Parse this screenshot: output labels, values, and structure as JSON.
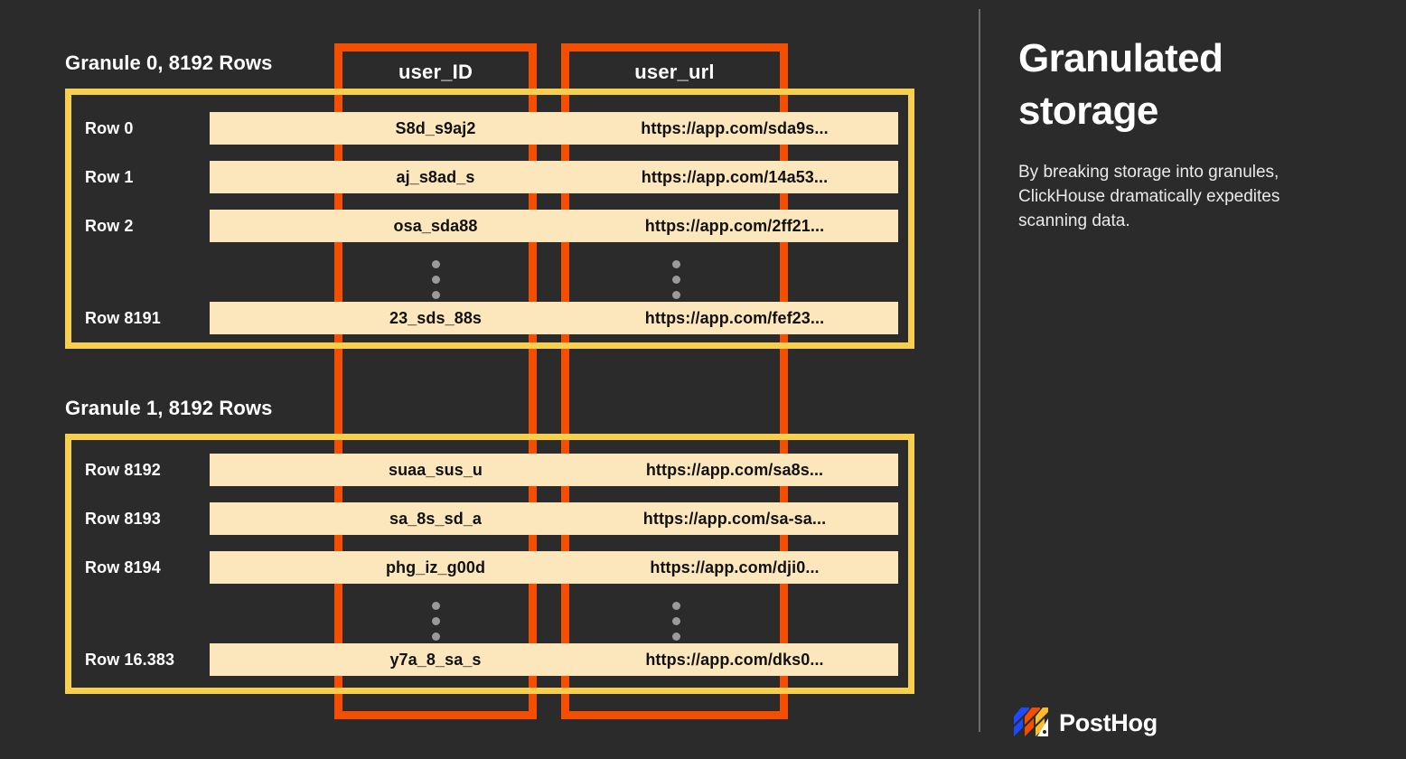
{
  "panel": {
    "title": "Granulated\nstorage",
    "body": "By breaking storage into granules, ClickHouse dramatically expedites scanning data.",
    "brand_name": "PostHog",
    "brand_icon": "posthog-logo-icon"
  },
  "colors": {
    "background": "#2b2b2b",
    "column_highlight": "#f54e00",
    "granule_border": "#f5cf4d",
    "cell_fill": "#fce7bd",
    "cell_text": "#111111",
    "text": "#ffffff",
    "divider": "#6b6b6b",
    "dots": "#9a9a9a",
    "logo_blue": "#1d4aff",
    "logo_orange": "#f54e00",
    "logo_yellow": "#f9bd2b",
    "logo_white": "#ffffff"
  },
  "columns": [
    {
      "key": "user_ID",
      "label": "user_ID"
    },
    {
      "key": "user_url",
      "label": "user_url"
    }
  ],
  "granules": [
    {
      "title": "Granule 0, 8192 Rows",
      "rows": [
        {
          "label": "Row 0",
          "user_ID": "S8d_s9aj2",
          "user_url": "https://app.com/sda9s..."
        },
        {
          "label": "Row 1",
          "user_ID": "aj_s8ad_s",
          "user_url": "https://app.com/14a53..."
        },
        {
          "label": "Row 2",
          "user_ID": "osa_sda88",
          "user_url": "https://app.com/2ff21..."
        },
        {
          "label": "",
          "user_ID": "⋮",
          "user_url": "⋮",
          "ellipsis": true
        },
        {
          "label": "Row 8191",
          "user_ID": "23_sds_88s",
          "user_url": "https://app.com/fef23..."
        }
      ]
    },
    {
      "title": "Granule 1, 8192 Rows",
      "rows": [
        {
          "label": "Row 8192",
          "user_ID": "suaa_sus_u",
          "user_url": "https://app.com/sa8s..."
        },
        {
          "label": "Row 8193",
          "user_ID": "sa_8s_sd_a",
          "user_url": "https://app.com/sa-sa..."
        },
        {
          "label": "Row 8194",
          "user_ID": "phg_iz_g00d",
          "user_url": "https://app.com/dji0..."
        },
        {
          "label": "",
          "user_ID": "⋮",
          "user_url": "⋮",
          "ellipsis": true
        },
        {
          "label": "Row 16.383",
          "user_ID": "y7a_8_sa_s",
          "user_url": "https://app.com/dks0..."
        }
      ]
    }
  ]
}
